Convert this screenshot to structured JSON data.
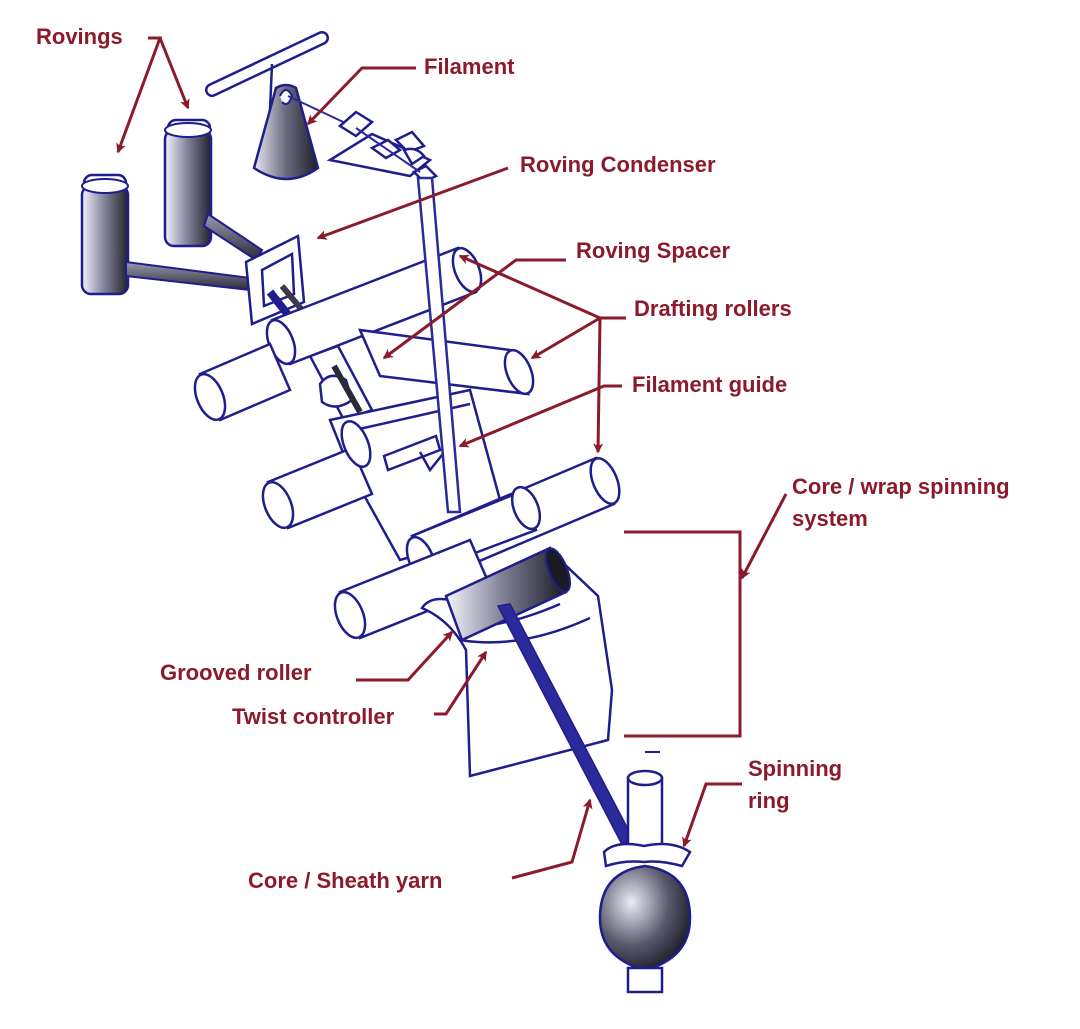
{
  "colors": {
    "label": "#8b1a2a",
    "arrow": "#8b1a2a",
    "outline": "#1e1e8c",
    "shade_dark": "#2a2a38",
    "shade_light": "#f4f4ff",
    "yarn": "#2a2a9a"
  },
  "labels": {
    "rovings": "Rovings",
    "filament": "Filament",
    "roving_condenser": "Roving Condenser",
    "roving_spacer": "Roving Spacer",
    "drafting_rollers": "Drafting rollers",
    "filament_guide": "Filament guide",
    "core_wrap_line1": "Core / wrap spinning",
    "core_wrap_line2": "system",
    "grooved_roller": "Grooved roller",
    "twist_controller": "Twist controller",
    "spinning_ring_line1": "Spinning",
    "spinning_ring_line2": "ring",
    "core_sheath_yarn": "Core / Sheath yarn"
  }
}
